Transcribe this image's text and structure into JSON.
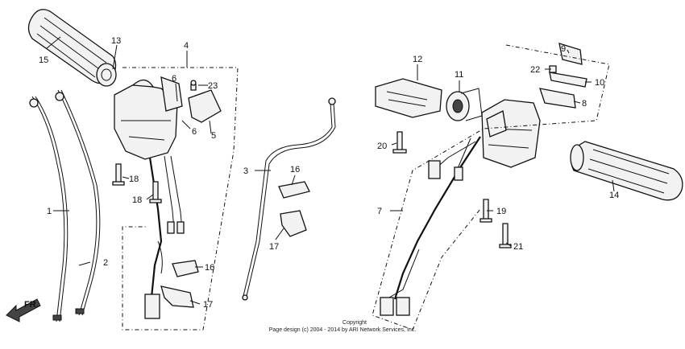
{
  "labels": {
    "l1": "1",
    "l2": "2",
    "l3": "3",
    "l4": "4",
    "l5": "5",
    "l6a": "6",
    "l6b": "6",
    "l7": "7",
    "l8": "8",
    "l9": "9",
    "l10": "10",
    "l11": "11",
    "l12": "12",
    "l13": "13",
    "l14": "14",
    "l15": "15",
    "l16a": "16",
    "l16b": "16",
    "l17a": "17",
    "l17b": "17",
    "l18a": "18",
    "l18b": "18",
    "l19": "19",
    "l20": "20",
    "l21": "21",
    "l22": "22",
    "l23": "23"
  },
  "direction": "FR.",
  "copyright": {
    "line1": "Copyright",
    "line2": "Page design (c) 2004 - 2014 by ARI Network Services, Inc."
  }
}
